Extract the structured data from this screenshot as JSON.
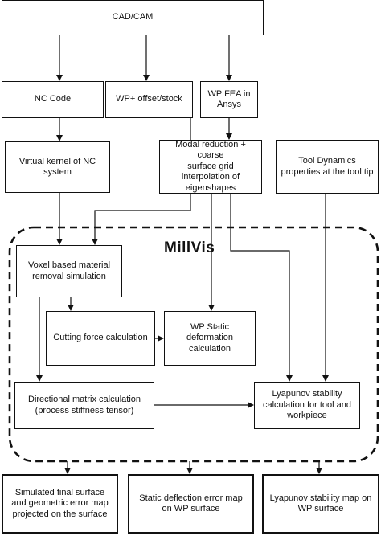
{
  "diagram": {
    "nodes": {
      "cad_cam": "CAD/CAM",
      "nc_code": "NC Code",
      "wp_offset": "WP+ offset/stock",
      "wp_fea": "WP FEA in\nAnsys",
      "virtual_kernel": "Virtual kernel of NC\nsystem",
      "modal_reduction": "Modal reduction + coarse\nsurface grid\ninterpolation of\neigenshapes",
      "tool_dynamics": "Tool Dynamics\nproperties at the tool tip",
      "voxel_removal": "Voxel based material\nremoval simulation",
      "cutting_force": "Cutting force calculation",
      "wp_static": "WP Static\ndeformation\ncalculation",
      "directional_matrix": "Directional matrix calculation\n(process stiffness tensor)",
      "lyapunov_calc": "Lyapunov stability\ncalculation for tool and\nworkpiece",
      "out_surface": "Simulated final surface\nand geometric error map\nprojected on the surface",
      "out_deflection": "Static deflection error map\non WP surface",
      "out_lyapunov": "Lyapunov stability map on\nWP surface"
    },
    "region_label": "MillVis",
    "edges": [
      {
        "from": "cad_cam",
        "to": "nc_code"
      },
      {
        "from": "cad_cam",
        "to": "wp_offset"
      },
      {
        "from": "cad_cam",
        "to": "wp_fea"
      },
      {
        "from": "nc_code",
        "to": "virtual_kernel"
      },
      {
        "from": "wp_fea",
        "to": "modal_reduction"
      },
      {
        "from": "virtual_kernel",
        "to": "voxel_removal"
      },
      {
        "from": "wp_offset",
        "to": "voxel_removal"
      },
      {
        "from": "voxel_removal",
        "to": "cutting_force"
      },
      {
        "from": "voxel_removal",
        "to": "directional_matrix"
      },
      {
        "from": "cutting_force",
        "to": "wp_static"
      },
      {
        "from": "modal_reduction",
        "to": "wp_static"
      },
      {
        "from": "modal_reduction",
        "to": "lyapunov_calc"
      },
      {
        "from": "tool_dynamics",
        "to": "lyapunov_calc"
      },
      {
        "from": "directional_matrix",
        "to": "lyapunov_calc"
      },
      {
        "from": "region",
        "to": "out_surface"
      },
      {
        "from": "region",
        "to": "out_deflection"
      },
      {
        "from": "region",
        "to": "out_lyapunov"
      }
    ]
  }
}
